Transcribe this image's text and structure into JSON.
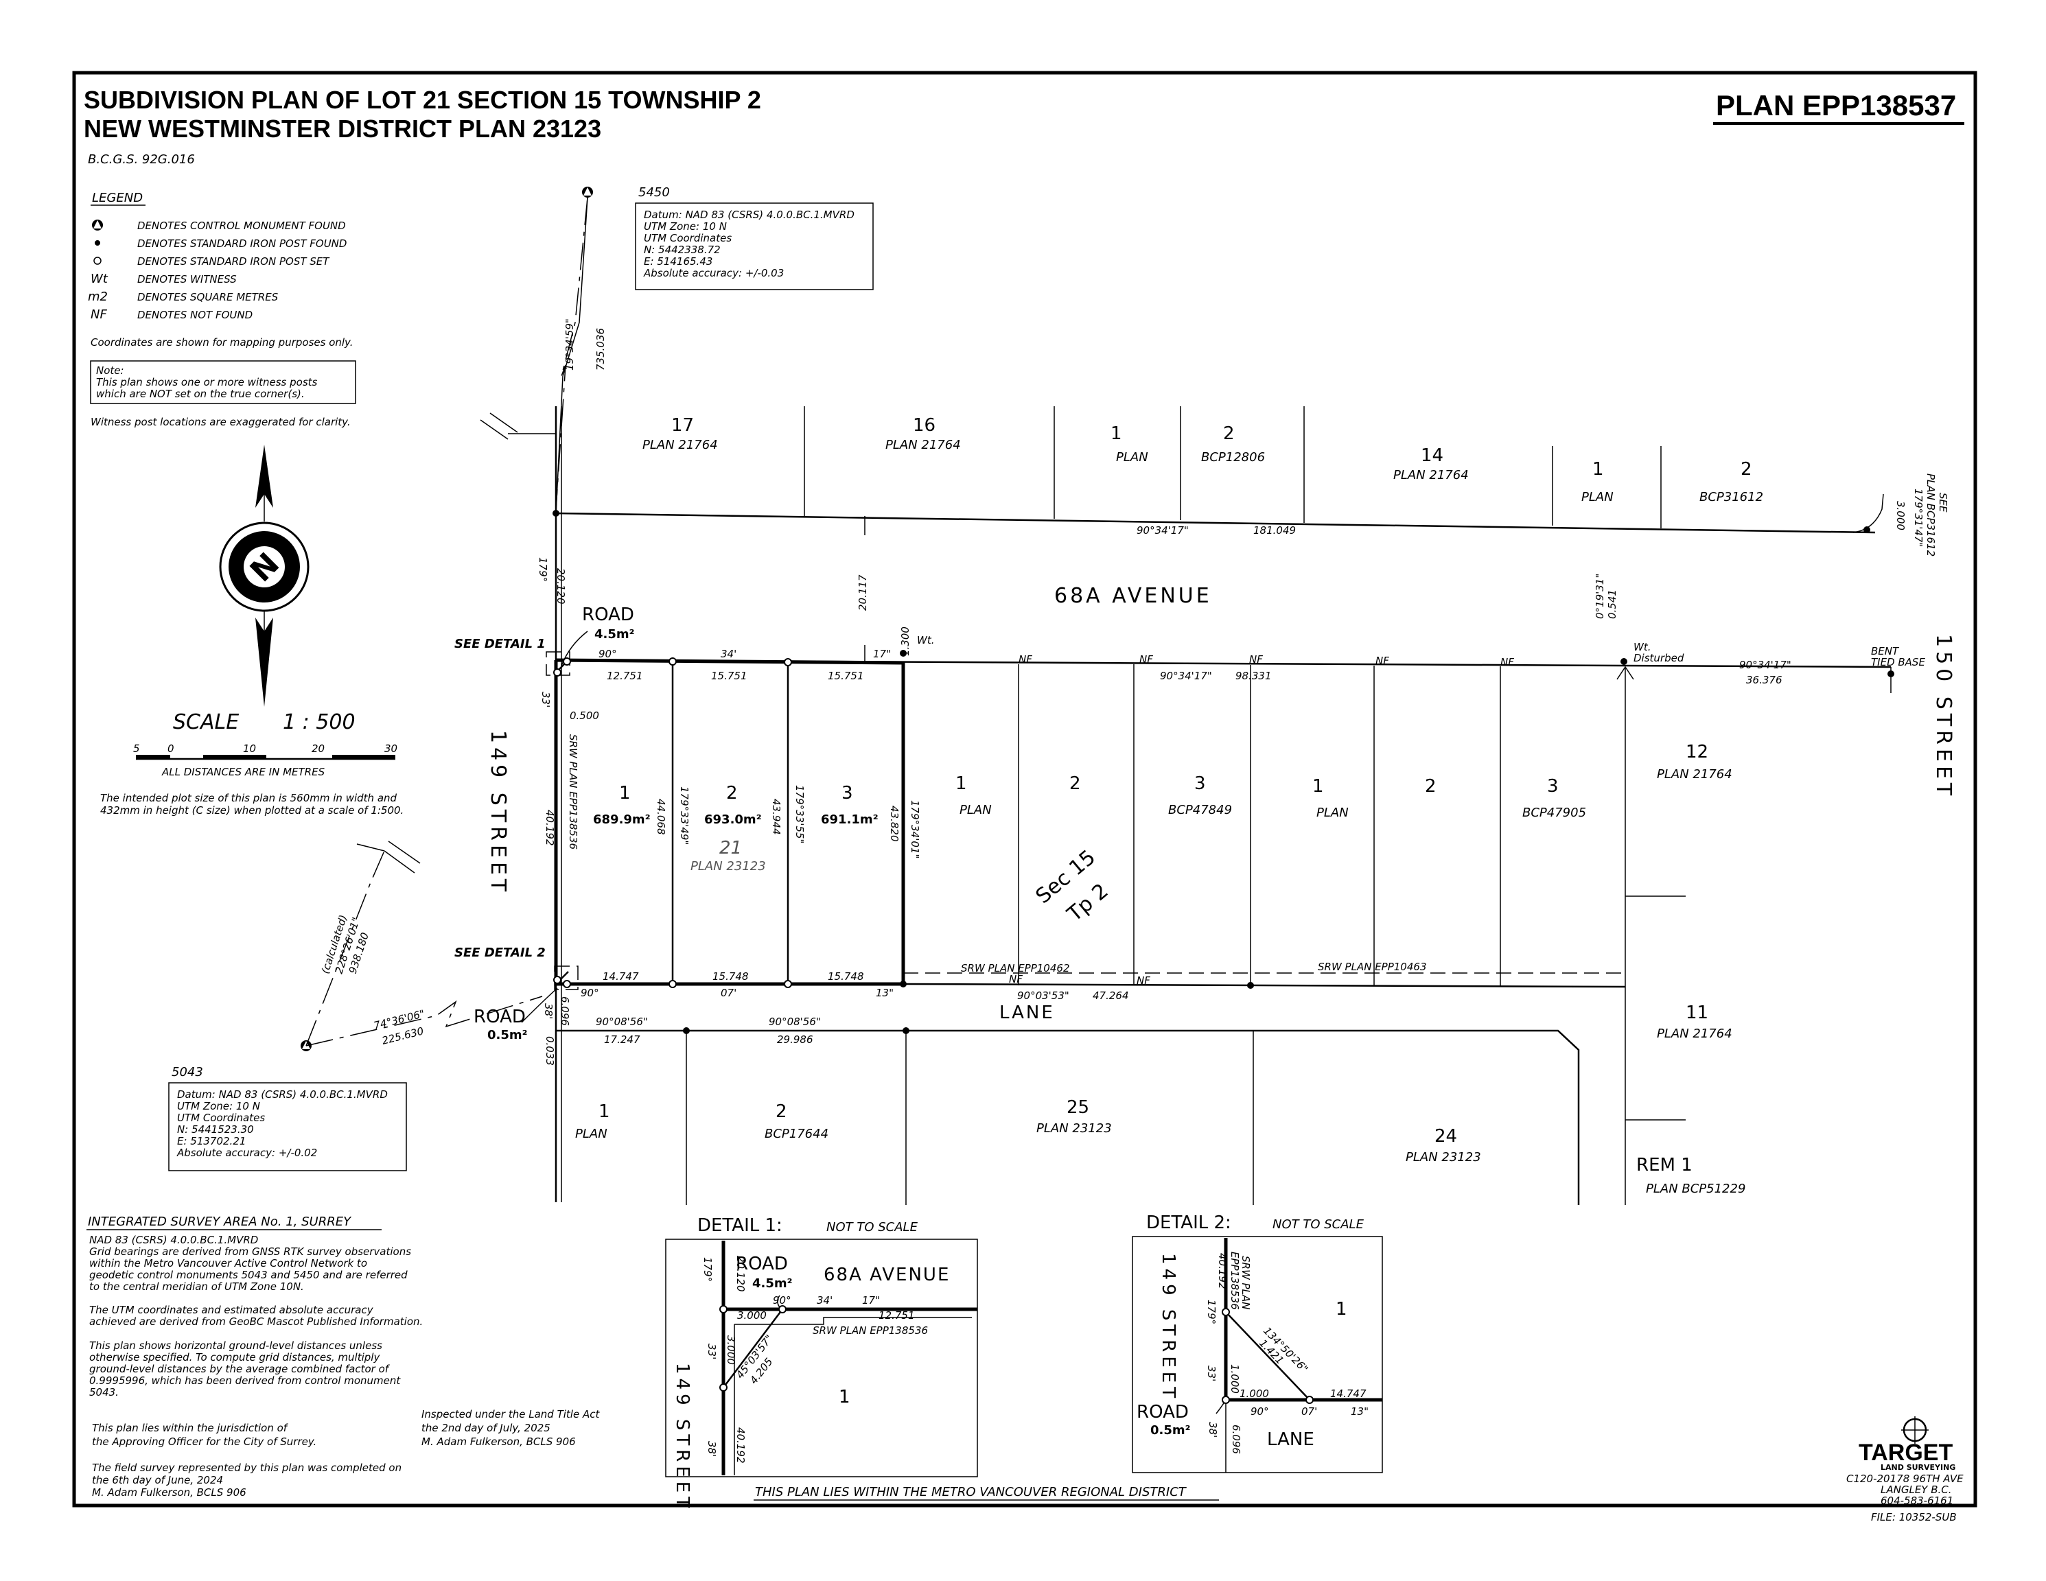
{
  "title": {
    "line1": "SUBDIVISION PLAN OF LOT 21 SECTION 15 TOWNSHIP 2",
    "line2": "NEW WESTMINSTER DISTRICT PLAN 23123",
    "plan_number": "PLAN EPP138537",
    "bcgs": "B.C.G.S. 92G.016"
  },
  "legend": {
    "heading": "LEGEND",
    "items": [
      {
        "symbol": "control-monument",
        "text": "DENOTES CONTROL MONUMENT FOUND"
      },
      {
        "symbol": "iron-post-found",
        "text": "DENOTES STANDARD IRON POST FOUND"
      },
      {
        "symbol": "iron-post-set",
        "text": "DENOTES STANDARD IRON POST SET"
      },
      {
        "symbol": "Wt",
        "text": "DENOTES WITNESS"
      },
      {
        "symbol": "m2",
        "text": "DENOTES SQUARE METRES"
      },
      {
        "symbol": "NF",
        "text": "DENOTES NOT FOUND"
      }
    ],
    "coord_note": "Coordinates are shown for mapping purposes only.",
    "note_box": [
      "Note:",
      "This plan shows one or more witness posts",
      "which are NOT set on the true corner(s)."
    ],
    "witness_note": "Witness post locations are exaggerated for clarity."
  },
  "scale": {
    "label": "SCALE",
    "ratio": "1 : 500",
    "ticks": [
      "5",
      "0",
      "10",
      "20",
      "30"
    ],
    "units_note": "ALL DISTANCES ARE IN METRES",
    "plot_note": [
      "The intended plot size of this plan is 560mm in width and",
      "432mm in height (C size) when plotted at a scale of 1:500."
    ]
  },
  "monument_5450": {
    "id": "5450",
    "lines": [
      "Datum: NAD 83 (CSRS) 4.0.0.BC.1.MVRD",
      "UTM Zone: 10 N",
      "UTM Coordinates",
      "N: 5442338.72",
      "E: 514165.43",
      "Absolute accuracy: +/-0.03"
    ]
  },
  "monument_5043": {
    "id": "5043",
    "lines": [
      "Datum: NAD 83 (CSRS) 4.0.0.BC.1.MVRD",
      "UTM Zone: 10 N",
      "UTM Coordinates",
      "N: 5441523.30",
      "E: 513702.21",
      "Absolute accuracy: +/-0.02"
    ]
  },
  "streets": {
    "ave68a": "68A AVENUE",
    "st149": "149 STREET",
    "st150": "150 STREET",
    "lane": "LANE",
    "road": "ROAD",
    "road_area_top": "4.5m²",
    "road_area_bottom": "0.5m²",
    "see_detail_1": "SEE DETAIL 1",
    "see_detail_2": "SEE DETAIL 2"
  },
  "lots": {
    "new": [
      {
        "num": "1",
        "area": "689.9m²"
      },
      {
        "num": "2",
        "area": "693.0m²"
      },
      {
        "num": "3",
        "area": "691.1m²"
      }
    ],
    "parent": {
      "num": "21",
      "plan": "PLAN 23123"
    },
    "section": [
      "Sec 15",
      "Tp 2"
    ],
    "north": [
      {
        "num": "17",
        "plan": "PLAN 21764"
      },
      {
        "num": "16",
        "plan": "PLAN 21764"
      },
      {
        "num": "1",
        "plan": "PLAN"
      },
      {
        "num": "2",
        "plan": "BCP12806"
      },
      {
        "num": "14",
        "plan": "PLAN 21764"
      },
      {
        "num": "1",
        "plan": "PLAN"
      },
      {
        "num": "2",
        "plan": "BCP31612"
      }
    ],
    "east_of_21": [
      {
        "num": "1",
        "plan": "PLAN"
      },
      {
        "num": "2",
        "plan": ""
      },
      {
        "num": "3",
        "plan": "BCP47849"
      },
      {
        "num": "1",
        "plan": "PLAN"
      },
      {
        "num": "2",
        "plan": ""
      },
      {
        "num": "3",
        "plan": "BCP47905"
      }
    ],
    "east_side": [
      {
        "num": "12",
        "plan": "PLAN 21764"
      },
      {
        "num": "11",
        "plan": "PLAN 21764"
      },
      {
        "num": "REM 1",
        "plan": "PLAN BCP51229"
      }
    ],
    "south": [
      {
        "num": "1",
        "plan": "PLAN"
      },
      {
        "num": "2",
        "plan": "BCP17644"
      },
      {
        "num": "25",
        "plan": "PLAN 23123"
      },
      {
        "num": "24",
        "plan": "PLAN 23123"
      }
    ]
  },
  "dims": {
    "north_bearing": "90°34'17\"",
    "north_dist": "181.049",
    "b_20117": "20.117",
    "wt_1300": "1.300",
    "wt_label": "Wt.",
    "d_179": "179°",
    "d_20120": "20.120",
    "d_90": "90°",
    "d_34": "34'",
    "d_17": "17\"",
    "top_12751": "12.751",
    "top_15751a": "15.751",
    "top_15751b": "15.751",
    "d_33": "33'",
    "d_0500": "0.500",
    "srw_west": "SRW PLAN EPP138536",
    "west_40192": "40.192",
    "b1": "179°33'49\"",
    "d1": "44.068",
    "b2": "179°33'55\"",
    "d2": "43.944",
    "b3": "179°34'01\"",
    "d3": "43.820",
    "bot_14747": "14.747",
    "bot_15748a": "15.748",
    "bot_15748b": "15.748",
    "d_07": "07'",
    "d_13": "13\"",
    "d_38": "38'",
    "d_6096": "6.096",
    "d_0033": "0.033",
    "lane_b1": "90°08'56\"",
    "lane_d1": "17.247",
    "lane_b2": "90°08'56\"",
    "lane_d2": "29.986",
    "lane_b3": "90°03'53\"",
    "lane_d3": "47.264",
    "srw_lane1": "SRW PLAN EPP10462",
    "srw_lane2": "SRW PLAN EPP10463",
    "ave_b": "90°34'17\"",
    "ave_d": "98.331",
    "nf": "NF",
    "wt_disturbed": [
      "Wt.",
      "Disturbed"
    ],
    "d_0731": "0°19'31\"",
    "d_0541": "0.541",
    "east_b": "90°34'17\"",
    "east_d": "36.376",
    "bent": [
      "BENT",
      "TIED BASE"
    ],
    "see_plan": [
      "SEE",
      "PLAN BCP31612"
    ],
    "ne_b": "179°31'47\"",
    "ne_d": "3.000",
    "mon5450_b": "19°34'59\"",
    "mon5450_d": "735.036",
    "mon5043_b": "74°36'06\"",
    "mon5043_d": "225.630",
    "mon5043_b2": [
      "(calculated)",
      "228°26'01\"",
      "938.180"
    ]
  },
  "isa": {
    "heading": "INTEGRATED SURVEY AREA No. 1, SURREY",
    "p1": [
      "NAD 83 (CSRS) 4.0.0.BC.1.MVRD",
      "Grid bearings are derived from GNSS RTK survey observations",
      "within the Metro Vancouver Active Control Network to",
      "geodetic control monuments 5043 and 5450 and are referred",
      "to the central meridian of UTM Zone 10N."
    ],
    "p2": [
      "The UTM coordinates and estimated absolute accuracy",
      "achieved are derived from GeoBC Mascot Published Information."
    ],
    "p3": [
      "This plan shows horizontal ground-level distances unless",
      "otherwise specified. To compute grid distances, multiply",
      "ground-level distances by the average combined factor of",
      "0.9995996, which has been derived from control monument",
      "5043."
    ],
    "p4": [
      "This plan lies within the jurisdiction of",
      "the Approving Officer for the City of Surrey."
    ],
    "p5": [
      "The field survey represented by this plan was completed on",
      "the 6th day of June, 2024",
      "M. Adam Fulkerson, BCLS 906"
    ],
    "inspected": [
      "Inspected under the Land Title Act",
      "the 2nd day of July, 2025",
      "M. Adam Fulkerson, BCLS 906"
    ]
  },
  "detail1": {
    "title": "DETAIL 1:",
    "nts": "NOT TO SCALE",
    "road": "ROAD",
    "area": "4.5m²",
    "avenue": "68A AVENUE",
    "street": "149 STREET",
    "d_179": "179°",
    "d_20120": "20.120",
    "d_90": "90°",
    "d_34": "34'",
    "d_17": "17\"",
    "d_3000a": "3.000",
    "d_12751": "12.751",
    "srw": "SRW PLAN EPP138536",
    "d_33": "33'",
    "d_3000b": "3.000",
    "diag_b": "45°03'57\"",
    "diag_d": "4.205",
    "lot": "1",
    "d_40192": "40.192",
    "d_38": "38'"
  },
  "detail2": {
    "title": "DETAIL 2:",
    "nts": "NOT TO SCALE",
    "street": "149 STREET",
    "srw": [
      "SRW PLAN",
      "EPP138536"
    ],
    "d_40192": "40.192",
    "lot": "1",
    "d_179": "179°",
    "diag_b": "134°50'26\"",
    "diag_d": "1.421",
    "d_33": "33'",
    "d_1000a": "1.000",
    "d_1000b": "1.000",
    "d_14747": "14.747",
    "road": "ROAD",
    "area": "0.5m²",
    "d_90": "90°",
    "d_07": "07'",
    "d_13": "13\"",
    "d_38": "38'",
    "d_6096": "6.096",
    "lane": "LANE"
  },
  "footer": {
    "regional": "THIS PLAN LIES WITHIN THE METRO VANCOUVER REGIONAL DISTRICT",
    "company": "TARGET",
    "company_sub": "LAND SURVEYING",
    "address": [
      "C120-20178 96TH AVE",
      "LANGLEY B.C.",
      "604-583-6161"
    ],
    "file": "FILE: 10352-SUB"
  }
}
